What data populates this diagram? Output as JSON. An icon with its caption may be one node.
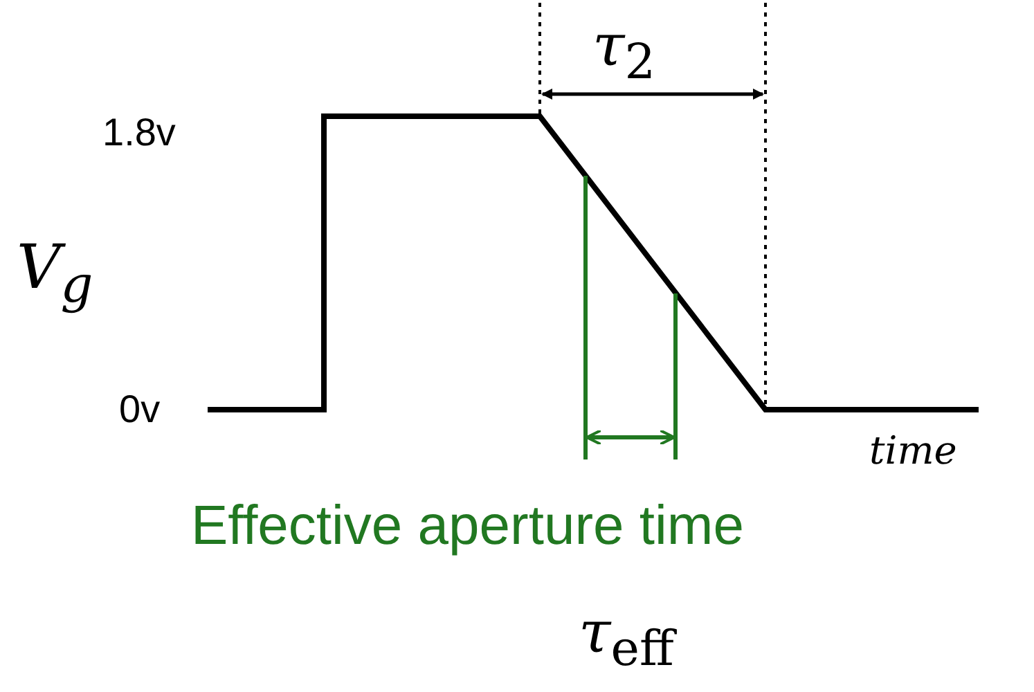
{
  "diagram": {
    "labels": [
      "*τ*$_{2}$",
      "1.8v",
      "V$_{g}$",
      "0v",
      "time",
      "Effective aperture time",
      "*τ*$_{eff}$"
    ]
  }
}
